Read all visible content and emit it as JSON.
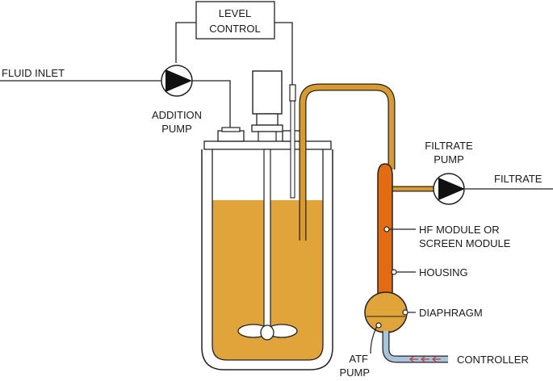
{
  "labels": {
    "fluid_inlet": "FLUID INLET",
    "level_control_1": "LEVEL",
    "level_control_2": "CONTROL",
    "addition_pump_1": "ADDITION",
    "addition_pump_2": "PUMP",
    "filtrate_pump_1": "FILTRATE",
    "filtrate_pump_2": "PUMP",
    "filtrate": "FILTRATE",
    "hf_module_1": "HF MODULE OR",
    "hf_module_2": "SCREEN MODULE",
    "housing": "HOUSING",
    "diaphragm": "DIAPHRAGM",
    "atf_pump_1": "ATF",
    "atf_pump_2": "PUMP",
    "controller": "CONTROLLER"
  },
  "colors": {
    "broth": "#e0a43a",
    "tube": "#d99a2e",
    "module": "#e36b12",
    "controller_line": "#a8c4dc",
    "arrow": "#c03a3a",
    "outline": "#222222"
  }
}
